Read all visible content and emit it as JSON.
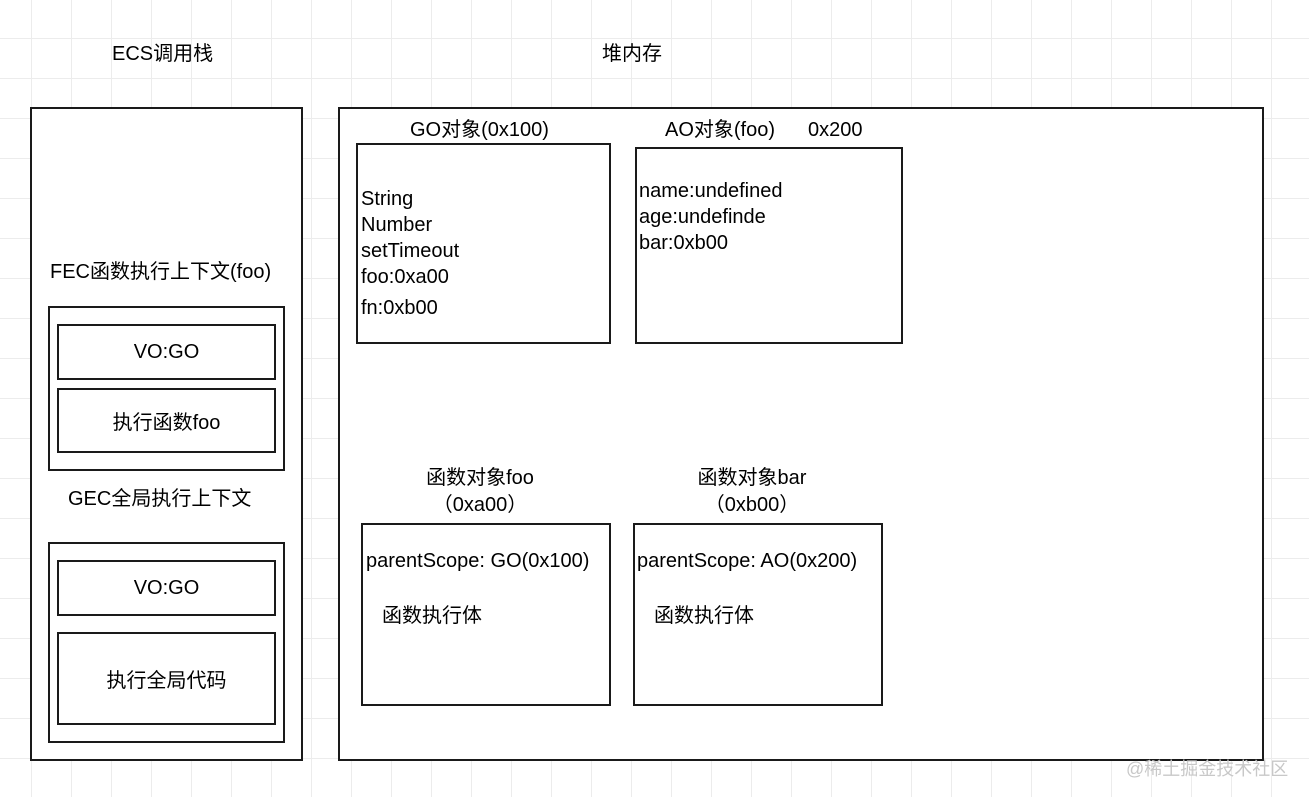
{
  "titles": {
    "ecs": "ECS调用栈",
    "heap": "堆内存"
  },
  "stack": {
    "fec_label": "FEC函数执行上下文(foo)",
    "fec_vo": "VO:GO",
    "fec_exec": "执行函数foo",
    "gec_label": "GEC全局执行上下文",
    "gec_vo": "VO:GO",
    "gec_exec": "执行全局代码"
  },
  "heap": {
    "go": {
      "title": "GO对象(0x100)",
      "lines": [
        "String",
        "Number",
        "setTimeout",
        "foo:0xa00",
        "fn:0xb00"
      ]
    },
    "ao": {
      "title": "AO对象(foo)",
      "addr": "0x200",
      "lines": [
        "name:undefined",
        "age:undefinde",
        "bar:0xb00"
      ]
    },
    "fn_foo": {
      "title": "函数对象foo",
      "addr": "（0xa00）",
      "scope": "parentScope: GO(0x100)",
      "body": "函数执行体"
    },
    "fn_bar": {
      "title": "函数对象bar",
      "addr": "（0xb00）",
      "scope": "parentScope: AO(0x200)",
      "body": "函数执行体"
    }
  },
  "watermark": "@稀土掘金技术社区"
}
